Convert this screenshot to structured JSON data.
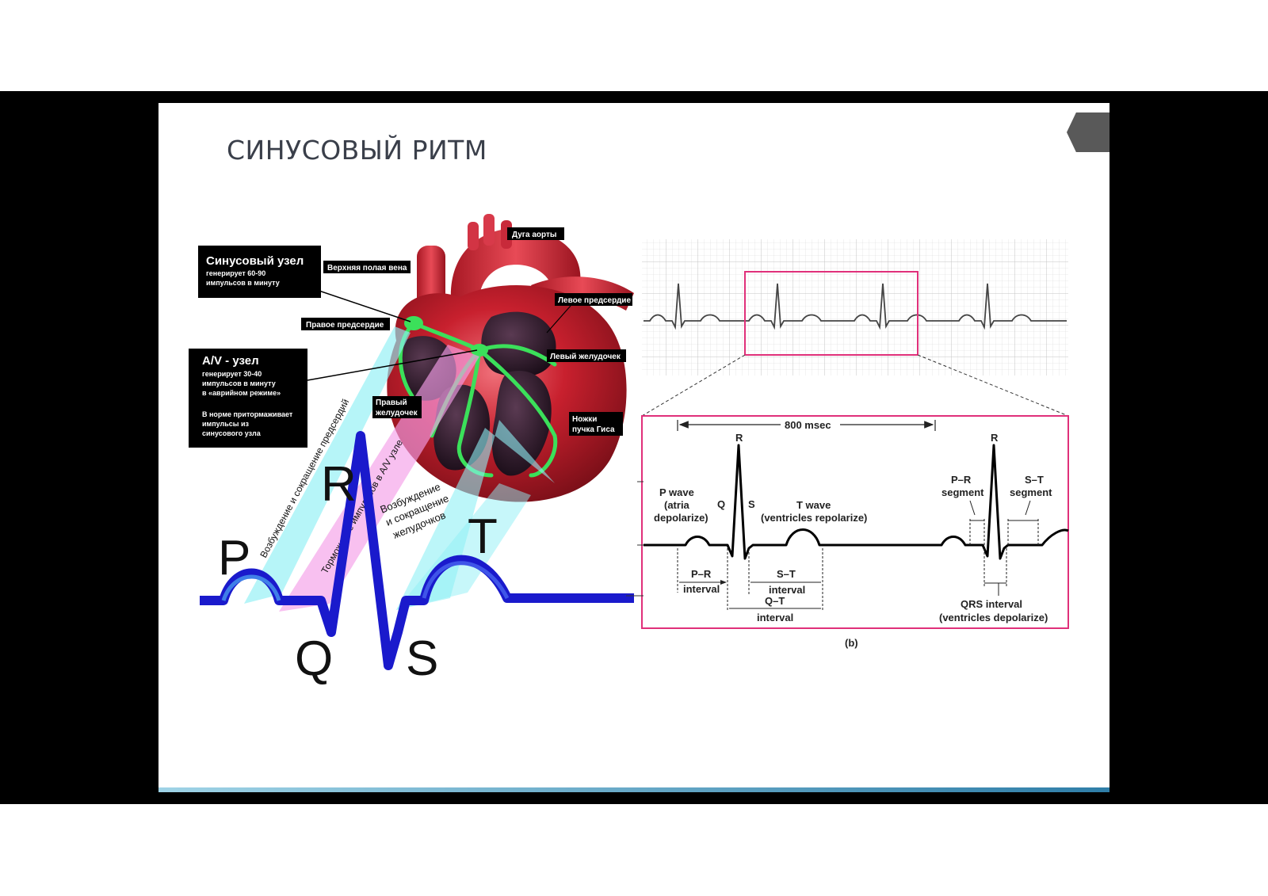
{
  "slide": {
    "title": "СИНУСОВЫЙ РИТМ"
  },
  "heart_callouts": {
    "sinus_node": {
      "title": "Синусовый узел",
      "line1": "генерирует 60-90",
      "line2": "импульсов в минуту"
    },
    "av_node": {
      "title": "A/V - узел",
      "line1": "генерирует  30-40",
      "line2": "импульсов в минуту",
      "line3": "в «аврийном режиме»",
      "line4": "В норме притормаживает",
      "line5": "импульсы из",
      "line6": "синусового узла"
    },
    "labels": {
      "aortic_arch": "Дуга аорты",
      "superior_vena_cava": "Верхняя полая вена",
      "right_atrium": "Правое предсердие",
      "left_atrium": "Левое предсердие",
      "left_ventricle": "Левый желудочек",
      "right_ventricle_1": "Правый",
      "right_ventricle_2": "желудочек",
      "his_bundle_1": "Ножки",
      "his_bundle_2": "пучка Гиса"
    }
  },
  "wave_letters": {
    "p": "P",
    "q": "Q",
    "r": "R",
    "s": "S",
    "t": "T"
  },
  "bands": {
    "atrial": "Возбуждение и сокращение предсердий",
    "av_delay": "Торможение импульсов в A/V узле",
    "ventricular_1": "Возбуждение",
    "ventricular_2": "и сокращение",
    "ventricular_3": "желудочков"
  },
  "ecg_detail": {
    "duration": "800 msec",
    "r_label": "R",
    "q_label": "Q",
    "s_label": "S",
    "p_wave_1": "P wave",
    "p_wave_2": "(atria",
    "p_wave_3": "depolarize)",
    "t_wave_1": "T wave",
    "t_wave_2": "(ventricles repolarize)",
    "pr_segment_1": "P–R",
    "pr_segment_2": "segment",
    "st_segment_1": "S–T",
    "st_segment_2": "segment",
    "pr_interval_1": "P–R",
    "pr_interval_2": "interval",
    "st_interval_1": "S–T",
    "st_interval_2": "interval",
    "qt_interval_1": "Q–T",
    "qt_interval_2": "interval",
    "qrs_interval_1": "QRS interval",
    "qrs_interval_2": "(ventricles depolarize)",
    "caption": "(b)"
  },
  "colors": {
    "highlight_frame": "#e0307a",
    "conduction": "#3be05a",
    "ecg_blue": "#1a1acc",
    "cyan_band": "#8ff0f5",
    "pink_band": "#f59ee8",
    "heart_red": "#c8202e"
  }
}
